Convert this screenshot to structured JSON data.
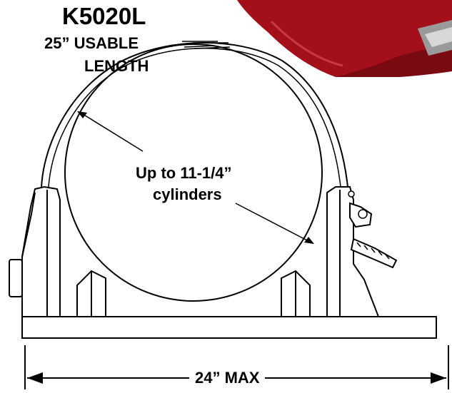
{
  "diagram": {
    "model": "K5020L",
    "usable_length_line1": "25” USABLE",
    "usable_length_line2": "LENGTH",
    "cylinder_line1": "Up to 11-1/4”",
    "cylinder_line2": "cylinders",
    "max_width": "24” MAX"
  },
  "colors": {
    "ink": "#000000",
    "mount_fill": "#ffffff",
    "base_fill": "#ffffff",
    "cylinder_red": "#a3101a",
    "background": "#ffffff"
  },
  "icons": {
    "cylinder": "red-cylinder-photo",
    "buckle": "strap-latch-icon"
  }
}
